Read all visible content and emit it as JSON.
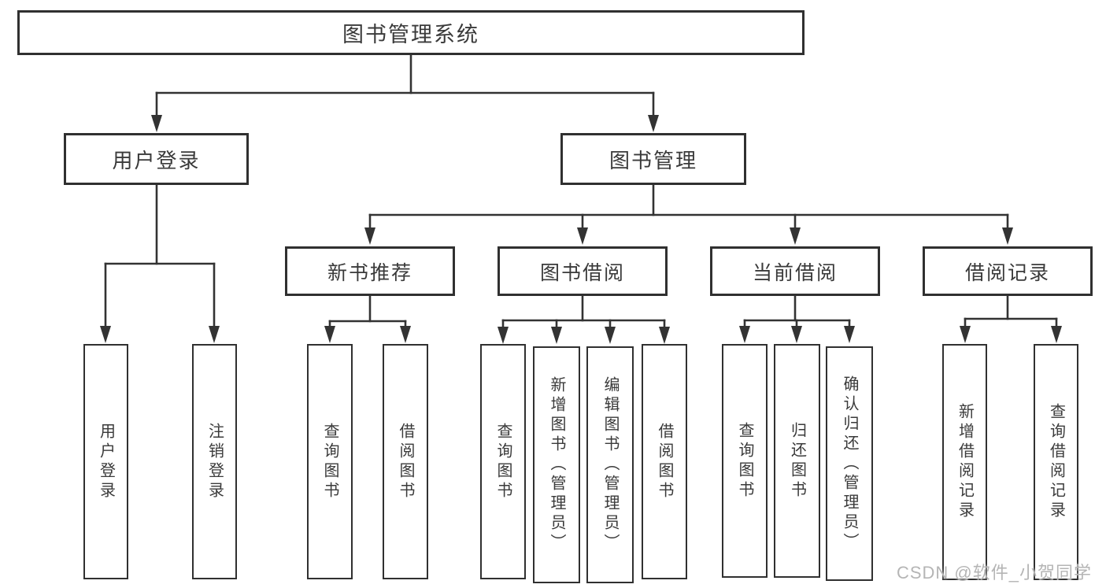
{
  "diagram": {
    "tree": {
      "label": "图书管理系统",
      "children": [
        {
          "label": "用户登录",
          "children": [
            {
              "label": "用户登录"
            },
            {
              "label": "注销登录"
            }
          ]
        },
        {
          "label": "图书管理",
          "children": [
            {
              "label": "新书推荐",
              "children": [
                {
                  "label": "查询图书"
                },
                {
                  "label": "借阅图书"
                }
              ]
            },
            {
              "label": "图书借阅",
              "children": [
                {
                  "label": "查询图书"
                },
                {
                  "label": "新增图书（管理员）"
                },
                {
                  "label": "编辑图书（管理员）"
                },
                {
                  "label": "借阅图书"
                }
              ]
            },
            {
              "label": "当前借阅",
              "children": [
                {
                  "label": "查询图书"
                },
                {
                  "label": "归还图书"
                },
                {
                  "label": "确认归还（管理员）"
                }
              ]
            },
            {
              "label": "借阅记录",
              "children": [
                {
                  "label": "新增借阅记录"
                },
                {
                  "label": "查询借阅记录"
                }
              ]
            }
          ]
        }
      ]
    },
    "watermark": {
      "text": "CSDN @软件_小贺同学"
    }
  },
  "colors": {
    "background": "#ffffff",
    "line": "#333333",
    "box_border": "#303030",
    "text": "#3a3a3a",
    "watermark": "#b5b5b5"
  }
}
